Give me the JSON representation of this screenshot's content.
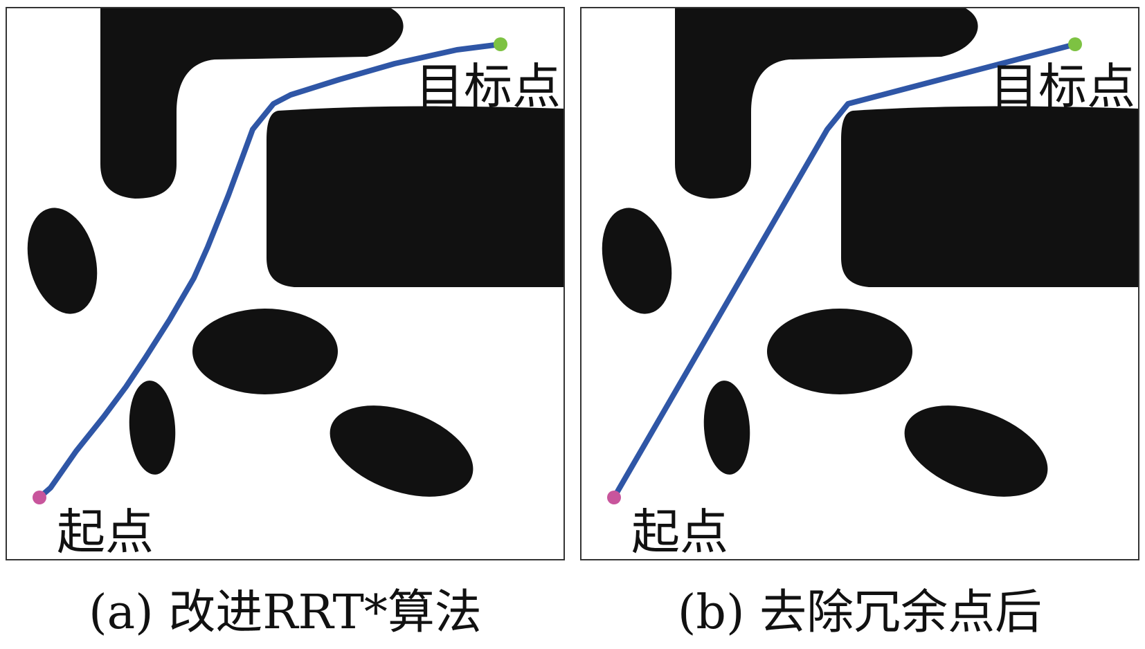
{
  "panels": [
    {
      "id": "a",
      "caption": "(a) 改进RRT*算法",
      "goal_label": "目标点",
      "start_label": "起点",
      "path_color": "#2f56a6",
      "start_color": "#c8559c",
      "goal_color": "#7dc242"
    },
    {
      "id": "b",
      "caption": "(b) 去除冗余点后",
      "goal_label": "目标点",
      "start_label": "起点",
      "path_color": "#2f56a6",
      "start_color": "#c8559c",
      "goal_color": "#7dc242"
    }
  ],
  "colors": {
    "obstacle": "#111111",
    "background": "#ffffff",
    "border": "#333333"
  }
}
